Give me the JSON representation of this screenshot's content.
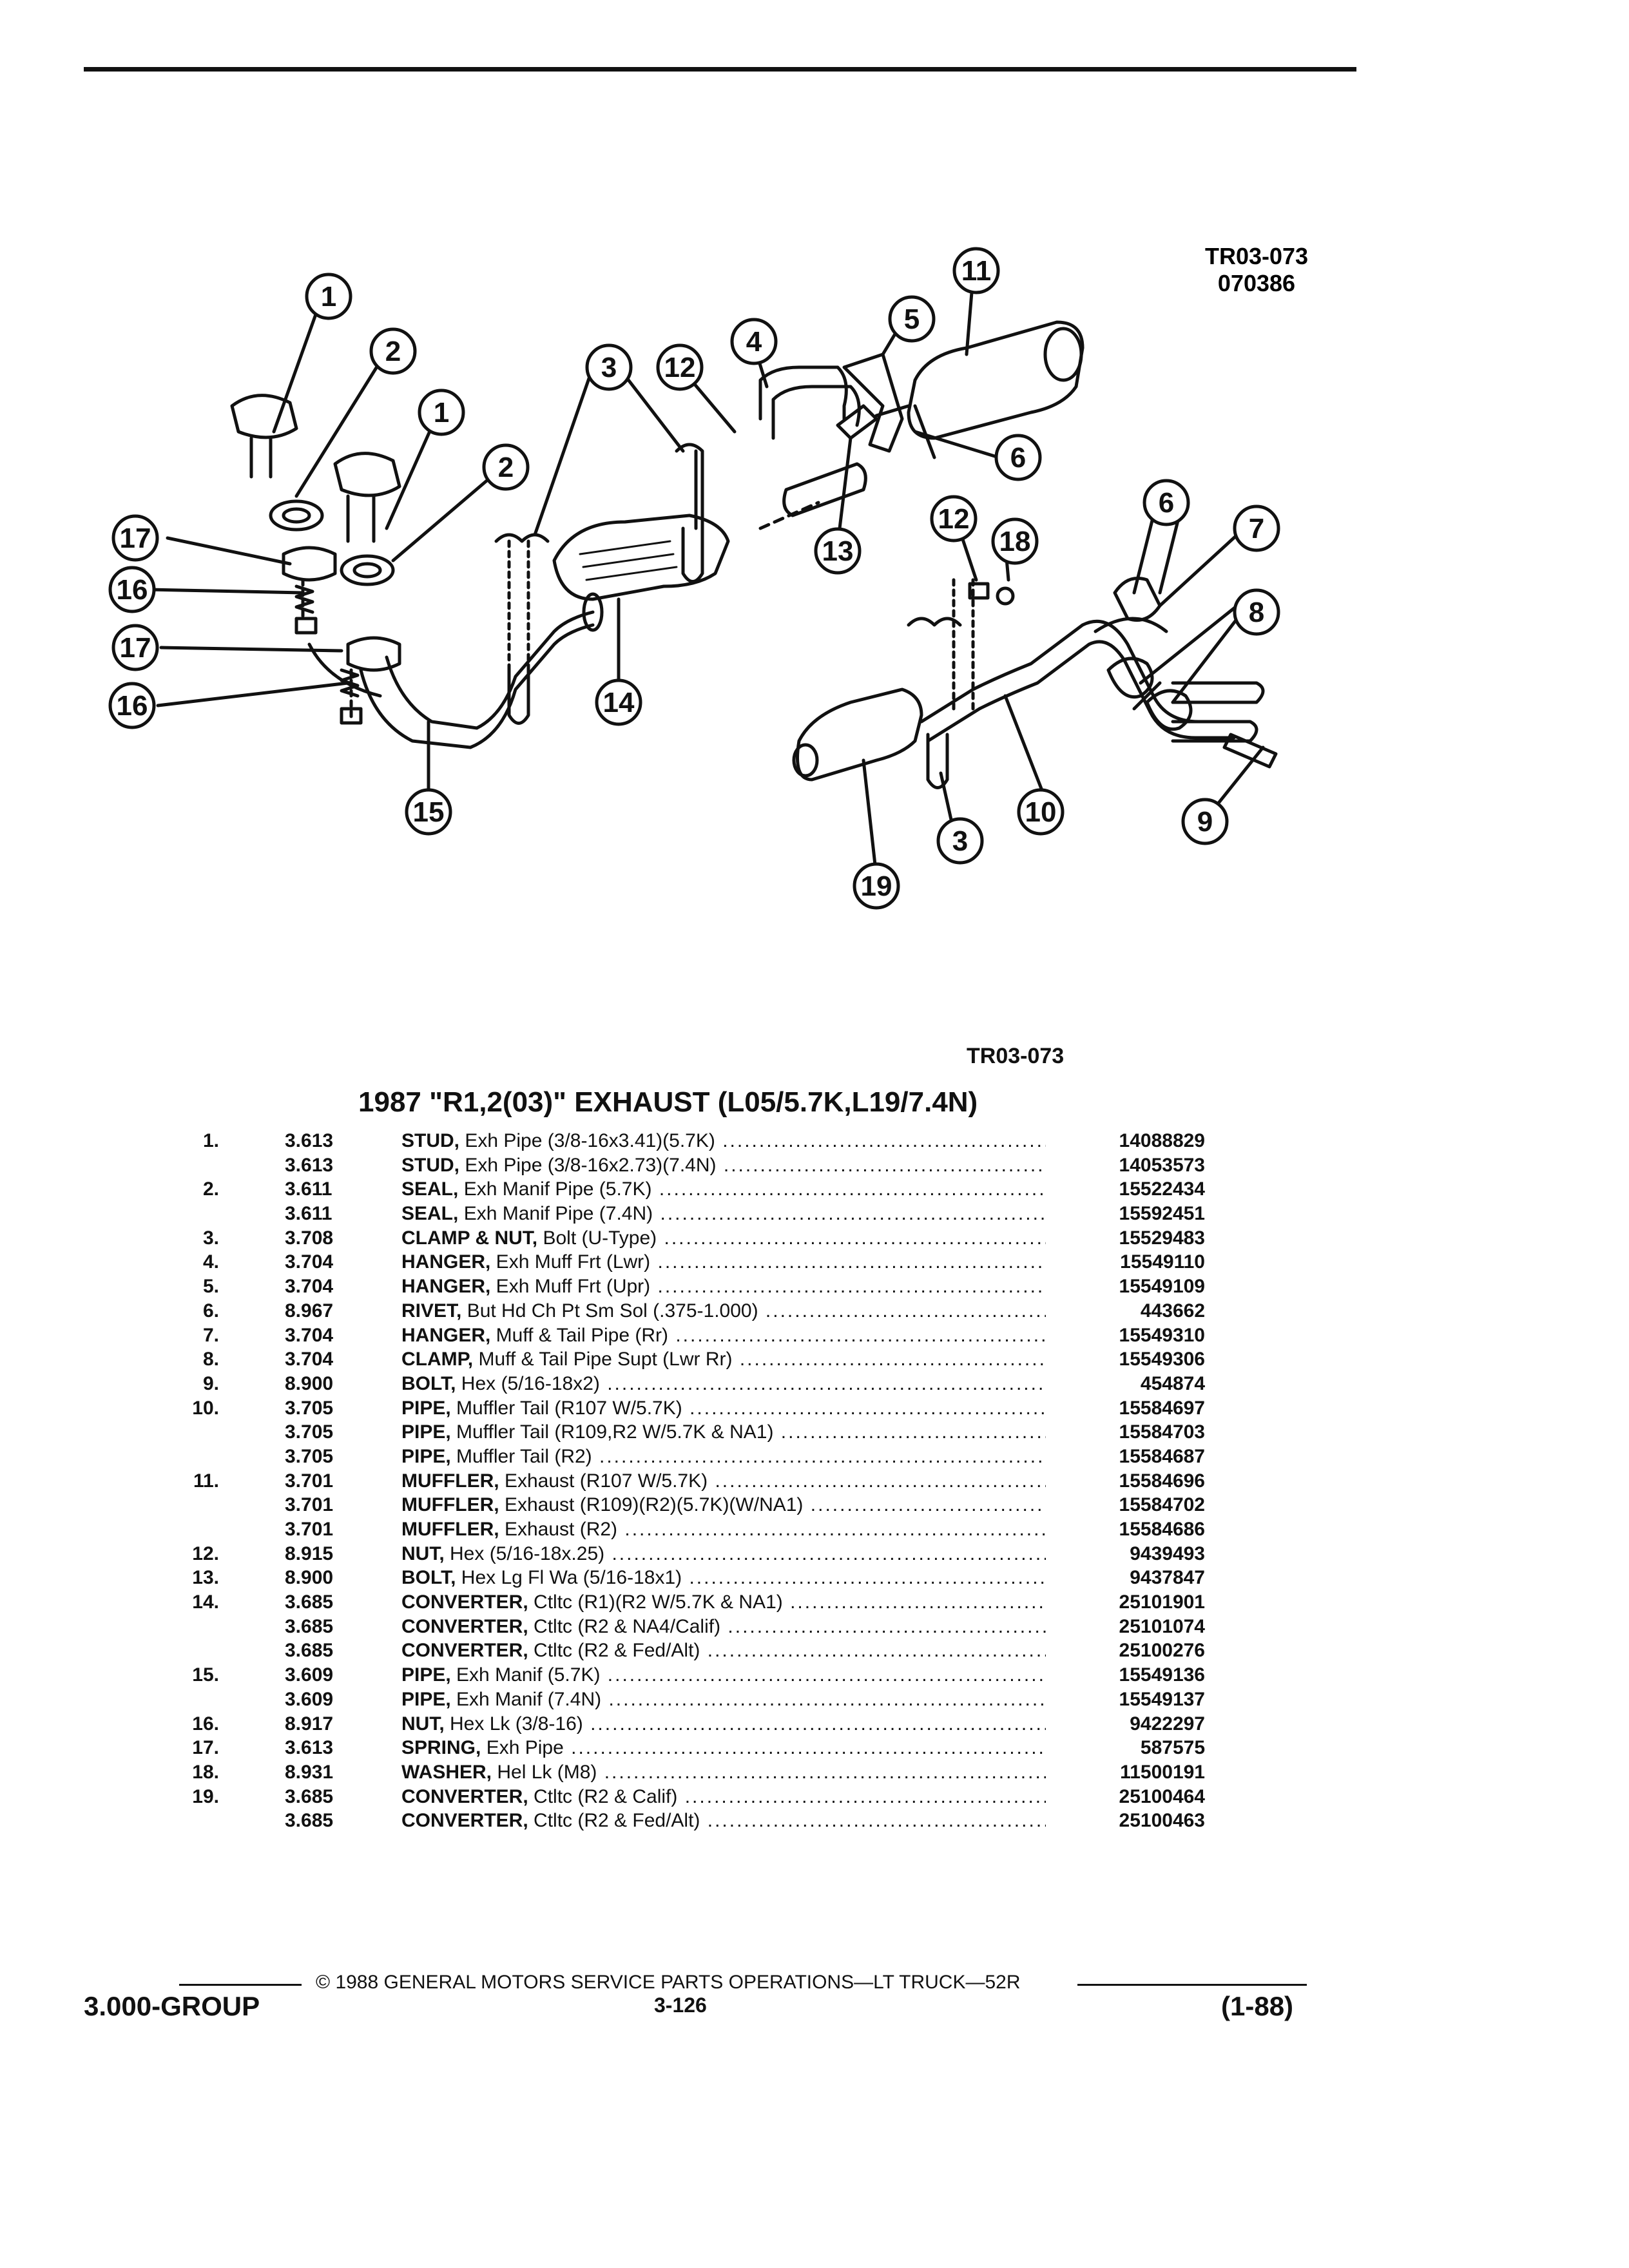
{
  "diagram": {
    "ref_code": "TR03-073",
    "date_code": "070386",
    "callouts": [
      "1",
      "2",
      "1",
      "2",
      "3",
      "12",
      "4",
      "5",
      "11",
      "6",
      "17",
      "16",
      "17",
      "16",
      "13",
      "14",
      "15",
      "12",
      "18",
      "6",
      "7",
      "8",
      "10",
      "9",
      "3",
      "19"
    ]
  },
  "caption_ref": "TR03-073",
  "title": "1987 \"R1,2(03)\" EXHAUST (L05/5.7K,L19/7.4N)",
  "parts": [
    {
      "num": "1.",
      "group": "3.613",
      "name": "STUD,",
      "desc": " Exh Pipe (3/8-16x3.41)(5.7K)",
      "part": "14088829"
    },
    {
      "num": "",
      "group": "3.613",
      "name": "STUD,",
      "desc": " Exh Pipe (3/8-16x2.73)(7.4N)",
      "part": "14053573"
    },
    {
      "num": "2.",
      "group": "3.611",
      "name": "SEAL,",
      "desc": " Exh Manif Pipe (5.7K)",
      "part": "15522434"
    },
    {
      "num": "",
      "group": "3.611",
      "name": "SEAL,",
      "desc": " Exh Manif Pipe (7.4N)",
      "part": "15592451"
    },
    {
      "num": "3.",
      "group": "3.708",
      "name": "CLAMP & NUT,",
      "desc": " Bolt (U-Type)",
      "part": "15529483"
    },
    {
      "num": "4.",
      "group": "3.704",
      "name": "HANGER,",
      "desc": " Exh Muff Frt (Lwr)",
      "part": "15549110"
    },
    {
      "num": "5.",
      "group": "3.704",
      "name": "HANGER,",
      "desc": " Exh Muff Frt (Upr)",
      "part": "15549109"
    },
    {
      "num": "6.",
      "group": "8.967",
      "name": "RIVET,",
      "desc": " But Hd Ch Pt Sm Sol (.375-1.000)",
      "part": "443662"
    },
    {
      "num": "7.",
      "group": "3.704",
      "name": "HANGER,",
      "desc": " Muff & Tail Pipe (Rr)",
      "part": "15549310"
    },
    {
      "num": "8.",
      "group": "3.704",
      "name": "CLAMP,",
      "desc": " Muff & Tail Pipe Supt (Lwr Rr)",
      "part": "15549306"
    },
    {
      "num": "9.",
      "group": "8.900",
      "name": "BOLT,",
      "desc": " Hex (5/16-18x2)",
      "part": "454874"
    },
    {
      "num": "10.",
      "group": "3.705",
      "name": "PIPE,",
      "desc": " Muffler Tail (R107 W/5.7K)",
      "part": "15584697"
    },
    {
      "num": "",
      "group": "3.705",
      "name": "PIPE,",
      "desc": " Muffler Tail (R109,R2 W/5.7K & NA1)",
      "part": "15584703"
    },
    {
      "num": "",
      "group": "3.705",
      "name": "PIPE,",
      "desc": " Muffler Tail (R2)",
      "part": "15584687"
    },
    {
      "num": "11.",
      "group": "3.701",
      "name": "MUFFLER,",
      "desc": " Exhaust (R107 W/5.7K)",
      "part": "15584696"
    },
    {
      "num": "",
      "group": "3.701",
      "name": "MUFFLER,",
      "desc": " Exhaust (R109)(R2)(5.7K)(W/NA1)",
      "part": "15584702"
    },
    {
      "num": "",
      "group": "3.701",
      "name": "MUFFLER,",
      "desc": " Exhaust (R2)",
      "part": "15584686"
    },
    {
      "num": "12.",
      "group": "8.915",
      "name": "NUT,",
      "desc": " Hex (5/16-18x.25)",
      "part": "9439493"
    },
    {
      "num": "13.",
      "group": "8.900",
      "name": "BOLT,",
      "desc": " Hex Lg Fl Wa (5/16-18x1)",
      "part": "9437847"
    },
    {
      "num": "14.",
      "group": "3.685",
      "name": "CONVERTER,",
      "desc": " Ctltc (R1)(R2 W/5.7K & NA1)",
      "part": "25101901"
    },
    {
      "num": "",
      "group": "3.685",
      "name": "CONVERTER,",
      "desc": " Ctltc (R2 & NA4/Calif)",
      "part": "25101074"
    },
    {
      "num": "",
      "group": "3.685",
      "name": "CONVERTER,",
      "desc": " Ctltc (R2 & Fed/Alt)",
      "part": "25100276"
    },
    {
      "num": "15.",
      "group": "3.609",
      "name": "PIPE,",
      "desc": " Exh Manif (5.7K)",
      "part": "15549136"
    },
    {
      "num": "",
      "group": "3.609",
      "name": "PIPE,",
      "desc": " Exh Manif (7.4N)",
      "part": "15549137"
    },
    {
      "num": "16.",
      "group": "8.917",
      "name": "NUT,",
      "desc": " Hex Lk (3/8-16)",
      "part": "9422297"
    },
    {
      "num": "17.",
      "group": "3.613",
      "name": "SPRING,",
      "desc": " Exh Pipe",
      "part": "587575"
    },
    {
      "num": "18.",
      "group": "8.931",
      "name": "WASHER,",
      "desc": " Hel Lk (M8)",
      "part": "11500191"
    },
    {
      "num": "19.",
      "group": "3.685",
      "name": "CONVERTER,",
      "desc": " Ctltc (R2 & Calif)",
      "part": "25100464"
    },
    {
      "num": "",
      "group": "3.685",
      "name": "CONVERTER,",
      "desc": " Ctltc (R2 & Fed/Alt)",
      "part": "25100463"
    }
  ],
  "footer": {
    "copyright": "© 1988 GENERAL MOTORS SERVICE PARTS OPERATIONS—LT TRUCK—52R",
    "group": "3.000-GROUP",
    "page": "3-126",
    "date": "(1-88)"
  }
}
